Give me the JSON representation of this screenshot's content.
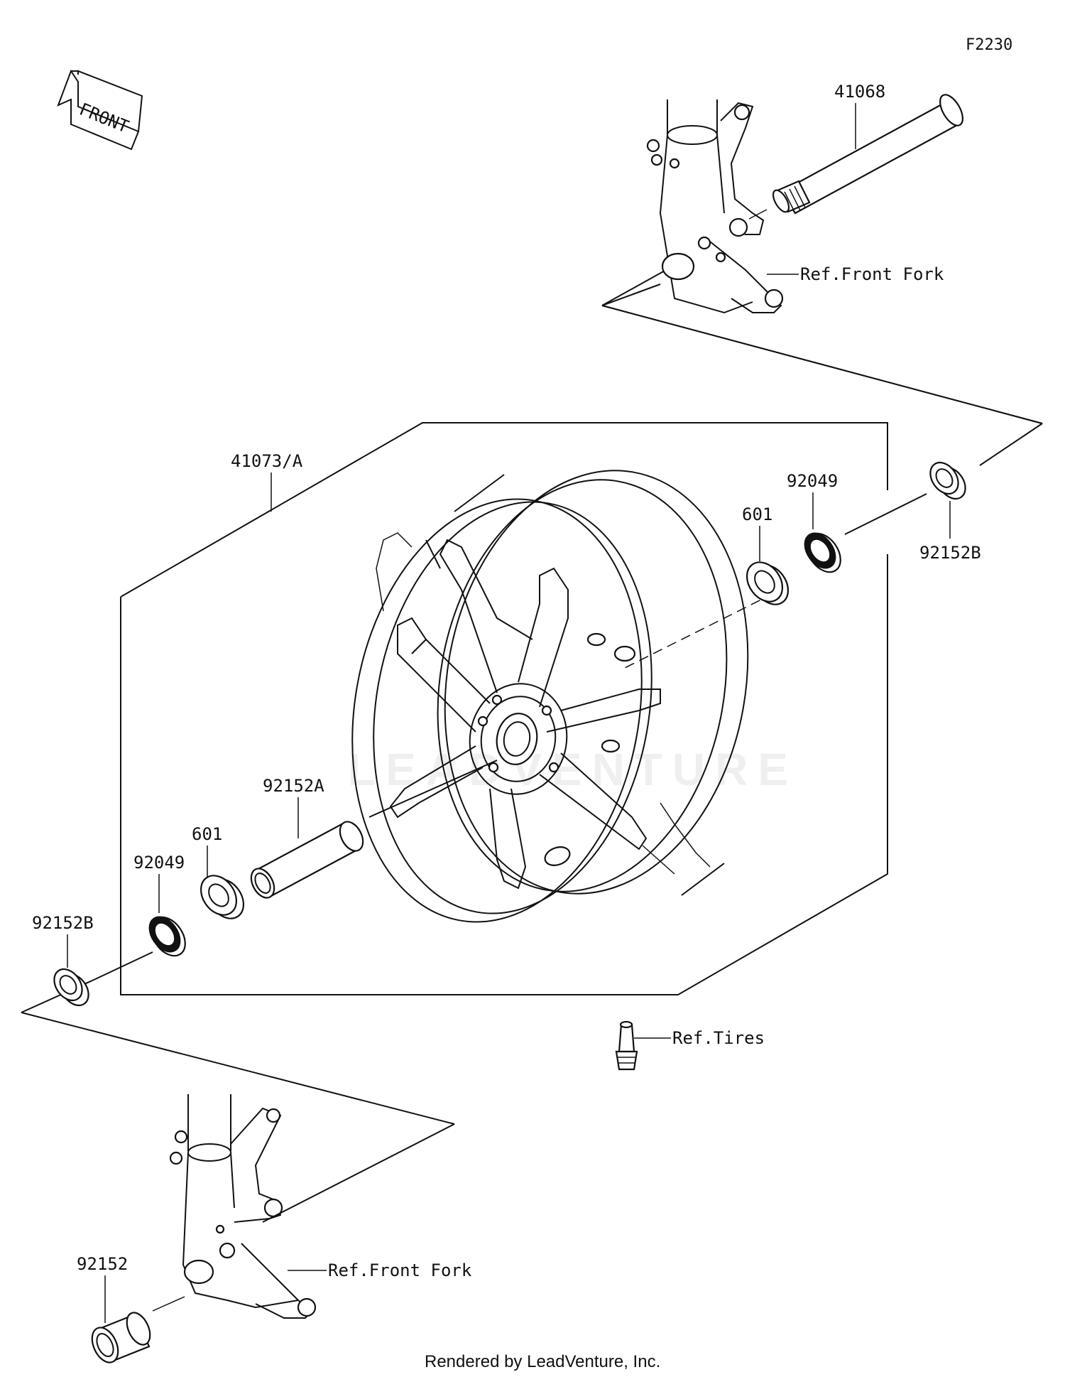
{
  "diagram_code": "F2230",
  "front_arrow": {
    "text": "FRONT"
  },
  "part_labels": {
    "axle": "41068",
    "wheel_assy": "41073/A",
    "collar_right": "92152B",
    "seal_right": "92049",
    "bearing_right": "601",
    "spacer": "92152A",
    "bearing_left": "601",
    "seal_left": "92049",
    "collar_left": "92152B",
    "collar_fork": "92152"
  },
  "ref_labels": {
    "front_fork_upper": "Ref.Front Fork",
    "tires": "Ref.Tires",
    "front_fork_lower": "Ref.Front Fork"
  },
  "watermark": "LEADVENTURE",
  "footer": "Rendered by LeadVenture, Inc."
}
